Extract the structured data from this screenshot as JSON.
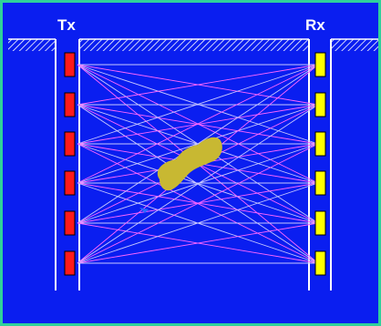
{
  "labels": {
    "transmitter": "Tx",
    "receiver": "Rx"
  },
  "colors": {
    "background": "#0a1ef0",
    "frame": "#33cc99",
    "transmitter": "#ff1a1a",
    "receiver": "#ffff00",
    "ray_primary": "#c8c8ff",
    "ray_secondary": "#ff66ff",
    "inclusion": "#c8b832",
    "wall": "#ffffff"
  },
  "transmitter_count": 6,
  "receiver_count": 6
}
